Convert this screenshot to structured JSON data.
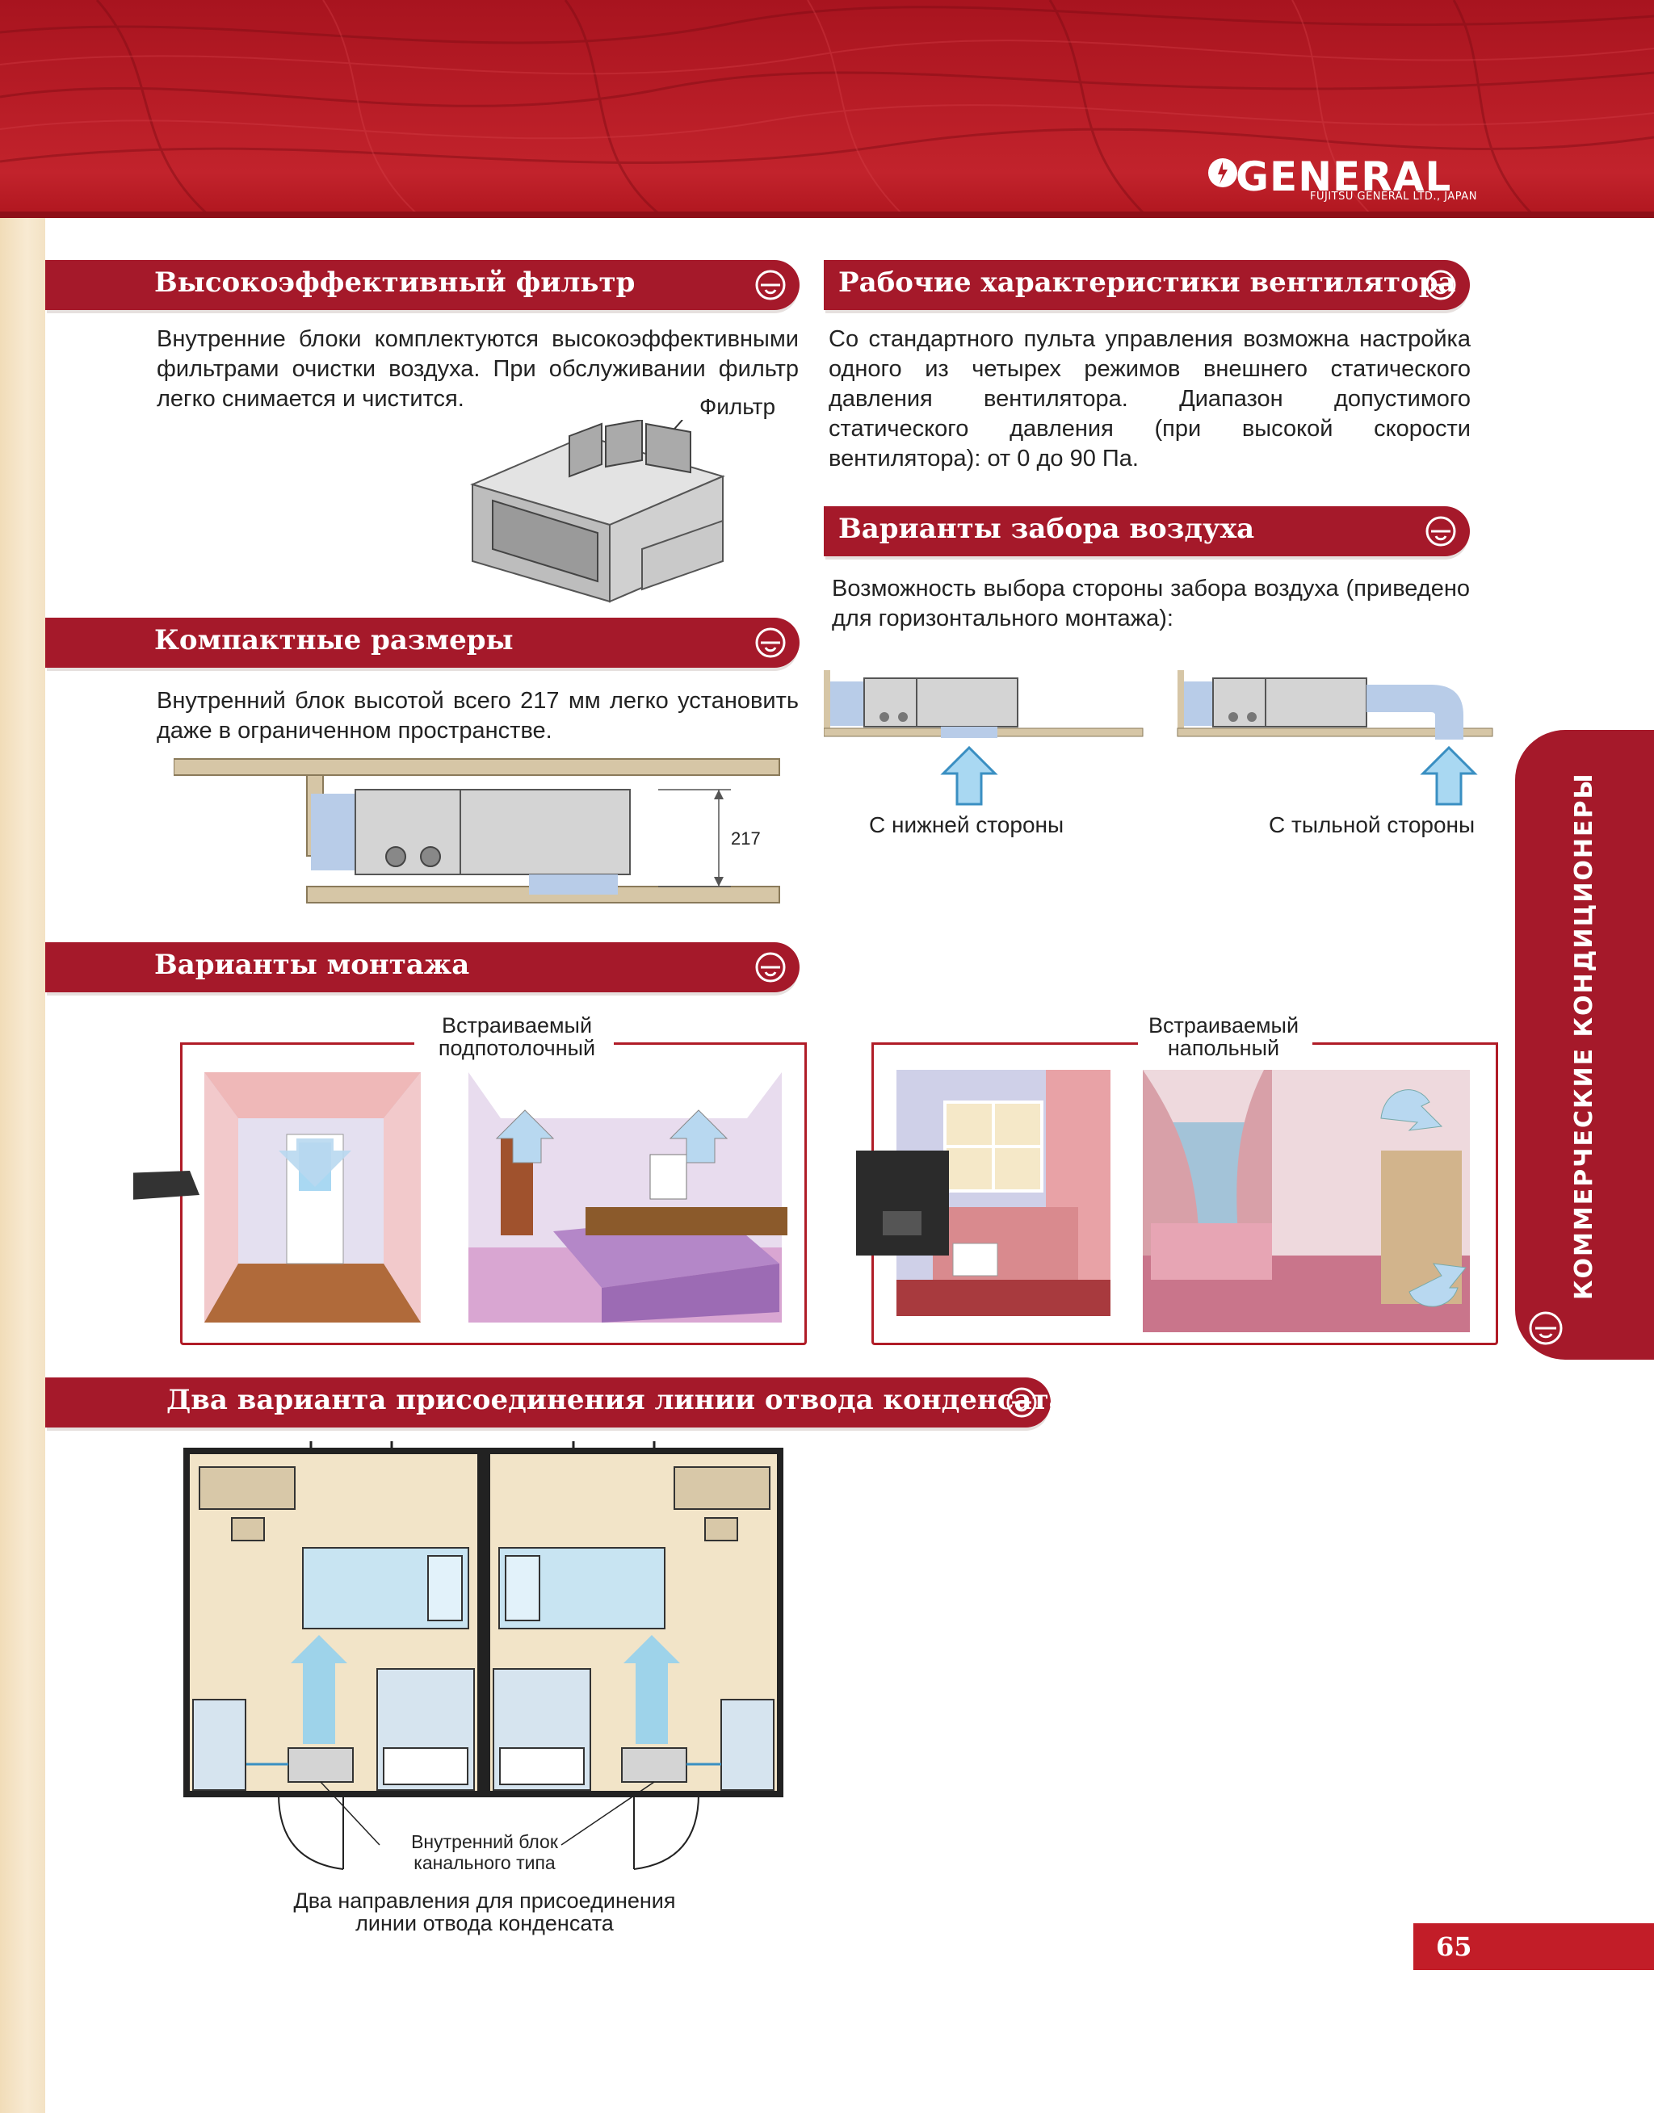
{
  "brand": {
    "logo_text": "GENERAL",
    "logo_subtitle": "FUJITSU GENERAL LTD., JAPAN",
    "accent_color": "#a5192a"
  },
  "sections": {
    "filter": {
      "title": "Высокоэффективный фильтр",
      "text": "Внутренние блоки комплектуются высокоэффективными фильтрами очистки воздуха. При обслуживании фильтр легко снимается и чистится.",
      "label": "Фильтр"
    },
    "fan": {
      "title": "Рабочие характеристики вентилятора",
      "text": "Со стандартного пульта управления возможна настройка одного из четырех режимов внешнего статического давления вентилятора. Диапазон допустимого статического давления (при высокой скорости вентилятора): от 0 до 90 Па."
    },
    "compact": {
      "title": "Компактные размеры",
      "text": "Внутренний блок высотой всего 217 мм легко установить даже в ограниченном пространстве.",
      "dimension": "217"
    },
    "intake": {
      "title": "Варианты забора воздуха",
      "text": "Возможность выбора стороны забора воздуха (приведено для горизонтального монтажа):",
      "bottom_label": "С нижней стороны",
      "rear_label": "С тыльной стороны"
    },
    "mounting": {
      "title": "Варианты монтажа",
      "ceiling_line1": "Встраиваемый",
      "ceiling_line2": "подпотолочный",
      "floor_line1": "Встраиваемый",
      "floor_line2": "напольный"
    },
    "drain": {
      "title": "Два варианта присоединения линии отвода конденсата",
      "unit_line1": "Внутренний блок",
      "unit_line2": "канального типа",
      "dir_line1": "Два направления для присоединения",
      "dir_line2": "линии отвода конденсата"
    }
  },
  "side_tab": "КОММЕРЧЕСКИЕ КОНДИЦИОНЕРЫ",
  "page_number": "65",
  "icons": [
    "fujitsu-logo-icon",
    "section-unit-icon",
    "up-arrow-icon"
  ]
}
